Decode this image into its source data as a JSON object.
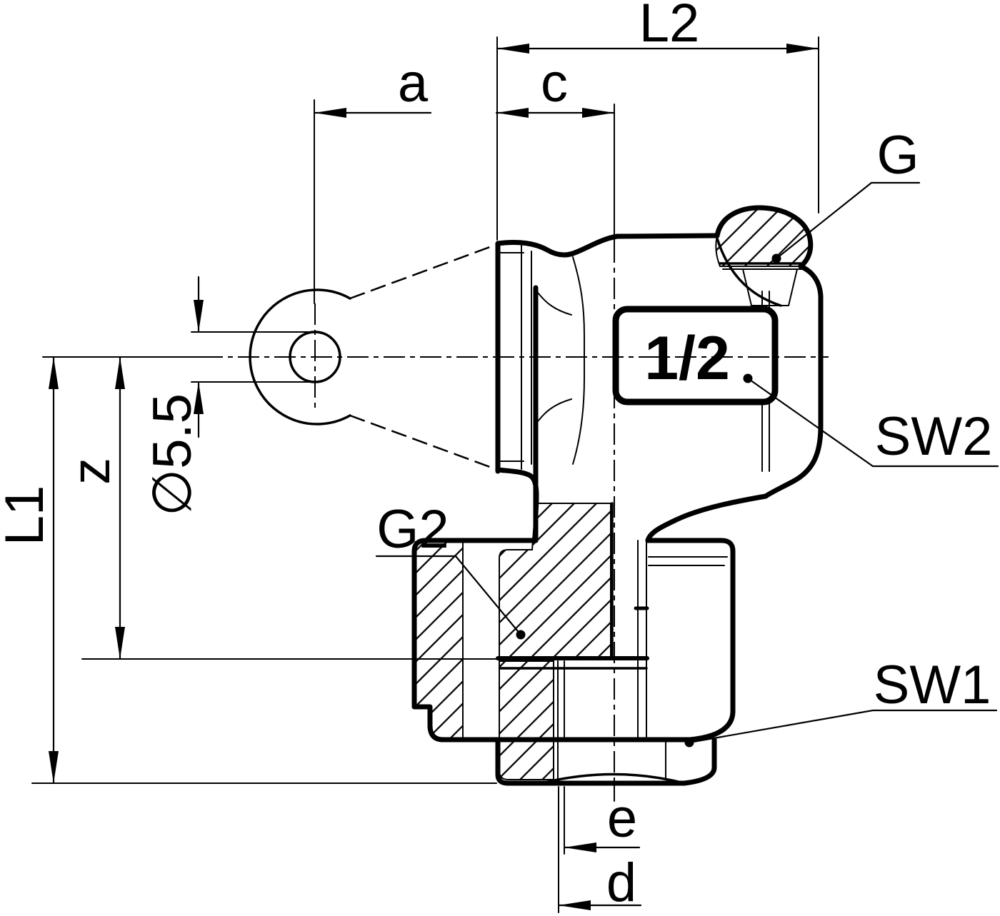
{
  "drawing": {
    "type": "technical-drawing",
    "subject": "90-degree elbow union fitting, partial section view",
    "colors": {
      "line": "#000000",
      "background": "#ffffff"
    },
    "dimensions": {
      "l2": "L2",
      "c": "c",
      "a": "a",
      "l1": "L1",
      "z": "z",
      "hole_diameter": "∅5.5",
      "e": "e",
      "d": "d"
    },
    "labels": {
      "g": "G",
      "sw2": "SW2",
      "g2": "G2",
      "sw1": "SW1"
    },
    "port": {
      "marking": "1/2"
    }
  }
}
